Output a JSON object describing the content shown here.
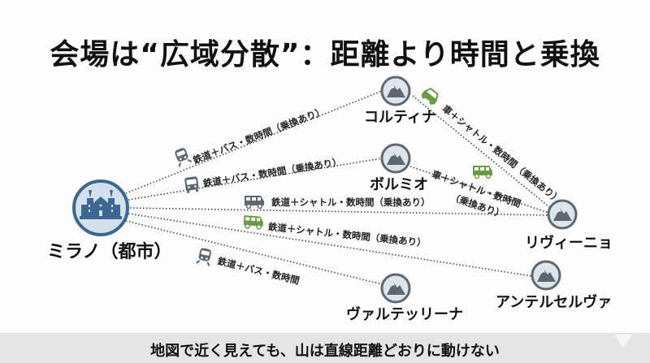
{
  "title": "会場は“広域分散”：距離より時間と乗換",
  "hub": {
    "label": "ミラノ（都市）",
    "icon": "cathedral-icon"
  },
  "venues": [
    {
      "id": "cortina",
      "label": "コルティナ",
      "icon": "mountain-icon"
    },
    {
      "id": "bormio",
      "label": "ボルミオ",
      "icon": "mountain-icon"
    },
    {
      "id": "livigno",
      "label": "リヴィーニョ",
      "icon": "mountain-icon"
    },
    {
      "id": "anterselva",
      "label": "アンテルセルヴァ",
      "icon": "mountain-icon"
    },
    {
      "id": "valdifiemme",
      "label": "ヴァルテッリーナ",
      "icon": "mountain-icon"
    }
  ],
  "routes": [
    {
      "from": "ミラノ",
      "to": "コルティナ",
      "label": "鉄道＋バス・数時間（乗換あり）",
      "icon": "train-icon"
    },
    {
      "from": "ミラノ",
      "to": "ボルミオ",
      "label": "鉄道＋バス・数時間（乗換あり）",
      "icon": "bus-icon"
    },
    {
      "from": "ミラノ",
      "to": "リヴィーニョ",
      "label": "鉄道＋シャトル・数時間（乗換あり）",
      "icon": "shuttle-van-icon"
    },
    {
      "from": "ミラノ",
      "to": "アンテルセルヴァ",
      "label": "鉄道＋シャトル・数時間（乗換あり）",
      "icon": "shuttle-van-green-icon"
    },
    {
      "from": "ミラノ",
      "to": "ヴァルテッリーナ",
      "label": "鉄道＋バス・数時間",
      "icon": "train-icon"
    },
    {
      "from": "コルティナ",
      "to": "リヴィーニョ",
      "label": "車＋シャトル・数時間（乗換あり）",
      "icon": "car-icon"
    },
    {
      "from": "ボルミオ",
      "to": "リヴィーニョ",
      "label_line1": "車＋シャトル・数時間",
      "label_line2": "（乗換あり）",
      "icon": "shuttle-van-green-icon"
    }
  ],
  "footer": {
    "text": "地図で近く見えても、山は直線距離どおりに動けない"
  },
  "colors": {
    "icon_blue": "#3d6690",
    "icon_gray": "#5e6770",
    "icon_green": "#6a9a45",
    "footer_bg": "#e4e4e4"
  }
}
